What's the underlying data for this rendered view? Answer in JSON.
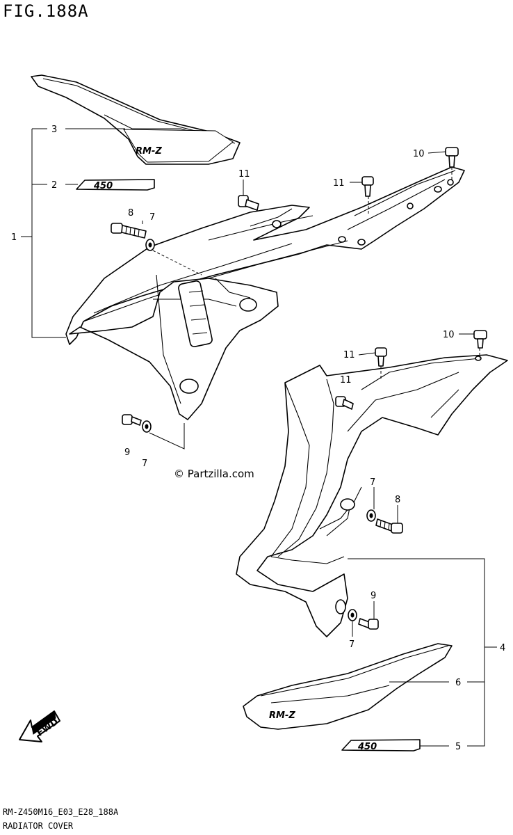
{
  "figure": {
    "title": "FIG.188A",
    "code": "RM-Z450M16_E03_E28_188A",
    "name": "RADIATOR COVER",
    "watermark": "© Partzilla.com"
  },
  "decals": {
    "brand": "RM-Z",
    "model": "450"
  },
  "fwd_label": "FWD",
  "callouts": {
    "c1": "1",
    "c2": "2",
    "c3": "3",
    "c8a": "8",
    "c7a": "7",
    "c11a": "11",
    "c11b": "11",
    "c10a": "10",
    "c9a": "9",
    "c7b": "7",
    "c10b": "10",
    "c11c": "11",
    "c11d": "11",
    "c7c": "7",
    "c8b": "8",
    "c9b": "9",
    "c7d": "7",
    "c4": "4",
    "c6": "6",
    "c5": "5"
  },
  "colors": {
    "line": "#000000",
    "background": "#ffffff"
  }
}
